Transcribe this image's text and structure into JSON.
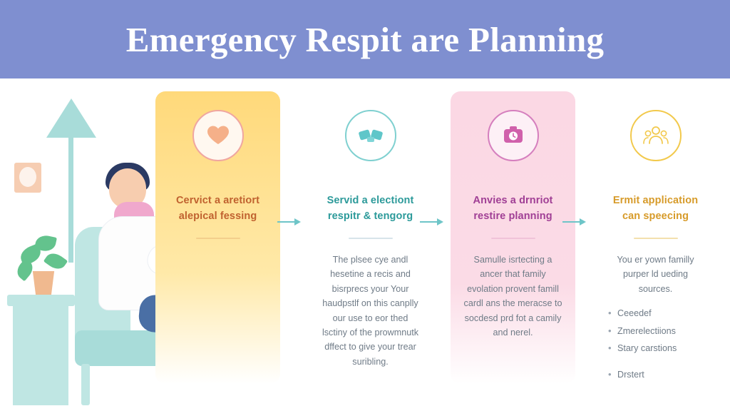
{
  "header": {
    "title": "Emergency Respit are Planning",
    "background_color": "#7f8fd0",
    "text_color": "#ffffff"
  },
  "illustration": {
    "name": "seated-caregiver-living-room-illustration",
    "elements": [
      "floor-lamp",
      "wall-art-frame",
      "potted-plant",
      "side-table",
      "armchair",
      "seated-person"
    ]
  },
  "arrows": {
    "color": "#6ec5c8",
    "count": 3
  },
  "steps": [
    {
      "icon": "heart-icon",
      "icon_border_color": "#f0a6a0",
      "heading": "Cervict a aretiort alepical fessing",
      "heading_color": "#c0622f",
      "body": "",
      "list": []
    },
    {
      "icon": "handshake-icon",
      "icon_border_color": "#7fd0d0",
      "heading": "Servid a electiont respitr & tengorg",
      "heading_color": "#2c9a9a",
      "body": "The plsee cye andl hesetine a recis and bisrprecs your Your haudpstlf on this canplly our use to eor thed lsctiny of the prowmnutk dffect to give your trear suribling.",
      "list": []
    },
    {
      "icon": "clipboard-clock-icon",
      "icon_border_color": "#d57fbe",
      "heading": "Anvies a drnriot restire planning",
      "heading_color": "#a03f95",
      "body": "Samulle isrtecting a ancer that family evolation provent famill cardl ans the meracse to socdesd prd fot a camily and nerel.",
      "list": []
    },
    {
      "icon": "people-group-icon",
      "icon_border_color": "#f2c94c",
      "heading": "Ermit application can speecing",
      "heading_color": "#d79b2a",
      "body": "You er yown familly purper ld ueding sources.",
      "list": [
        "Ceeedef",
        "Zmerelectiions",
        "Stary carstions",
        "Drstert"
      ]
    }
  ]
}
